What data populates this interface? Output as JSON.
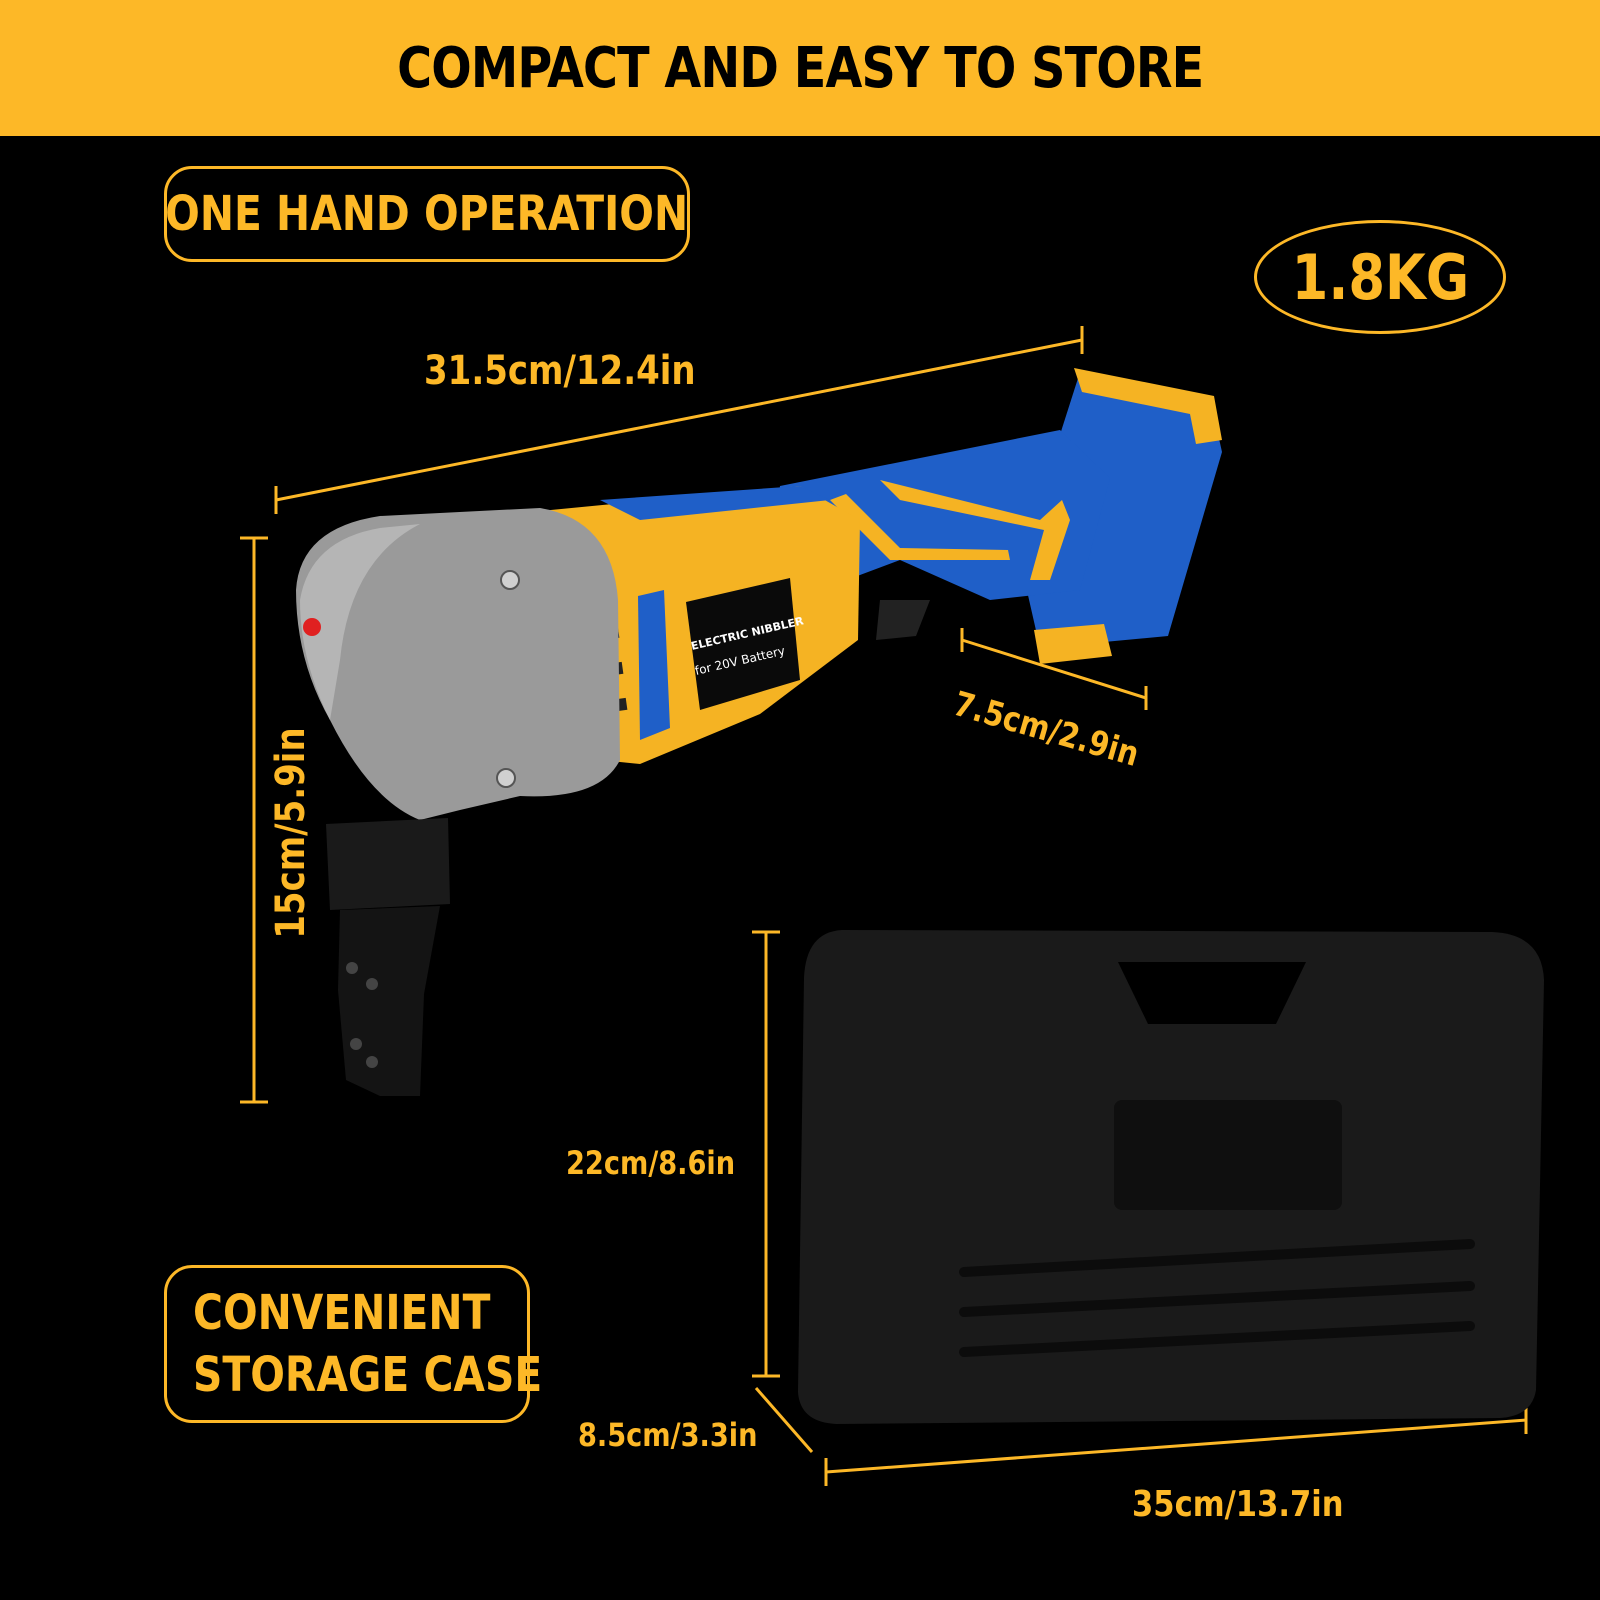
{
  "banner": {
    "title": "COMPACT AND EASY TO STORE"
  },
  "badges": {
    "one_hand": "ONE HAND OPERATION",
    "weight": "1.8KG",
    "case_line1": "CONVENIENT",
    "case_line2": "STORAGE CASE"
  },
  "tool": {
    "label_line1": "ELECTRIC NIBBLER",
    "label_line2": "for 20V Battery"
  },
  "dimensions": {
    "tool_length": "31.5cm/12.4in",
    "tool_height": "15cm/5.9in",
    "tool_width": "7.5cm/2.9in",
    "case_height": "22cm/8.6in",
    "case_depth": "8.5cm/3.3in",
    "case_length": "35cm/13.7in"
  },
  "colors": {
    "accent": "#fdb827",
    "background": "#000000",
    "tool_blue": "#1f5fc8",
    "tool_yellow": "#f5b323",
    "tool_gray": "#9a9a9a",
    "case_black": "#1a1a1a"
  }
}
